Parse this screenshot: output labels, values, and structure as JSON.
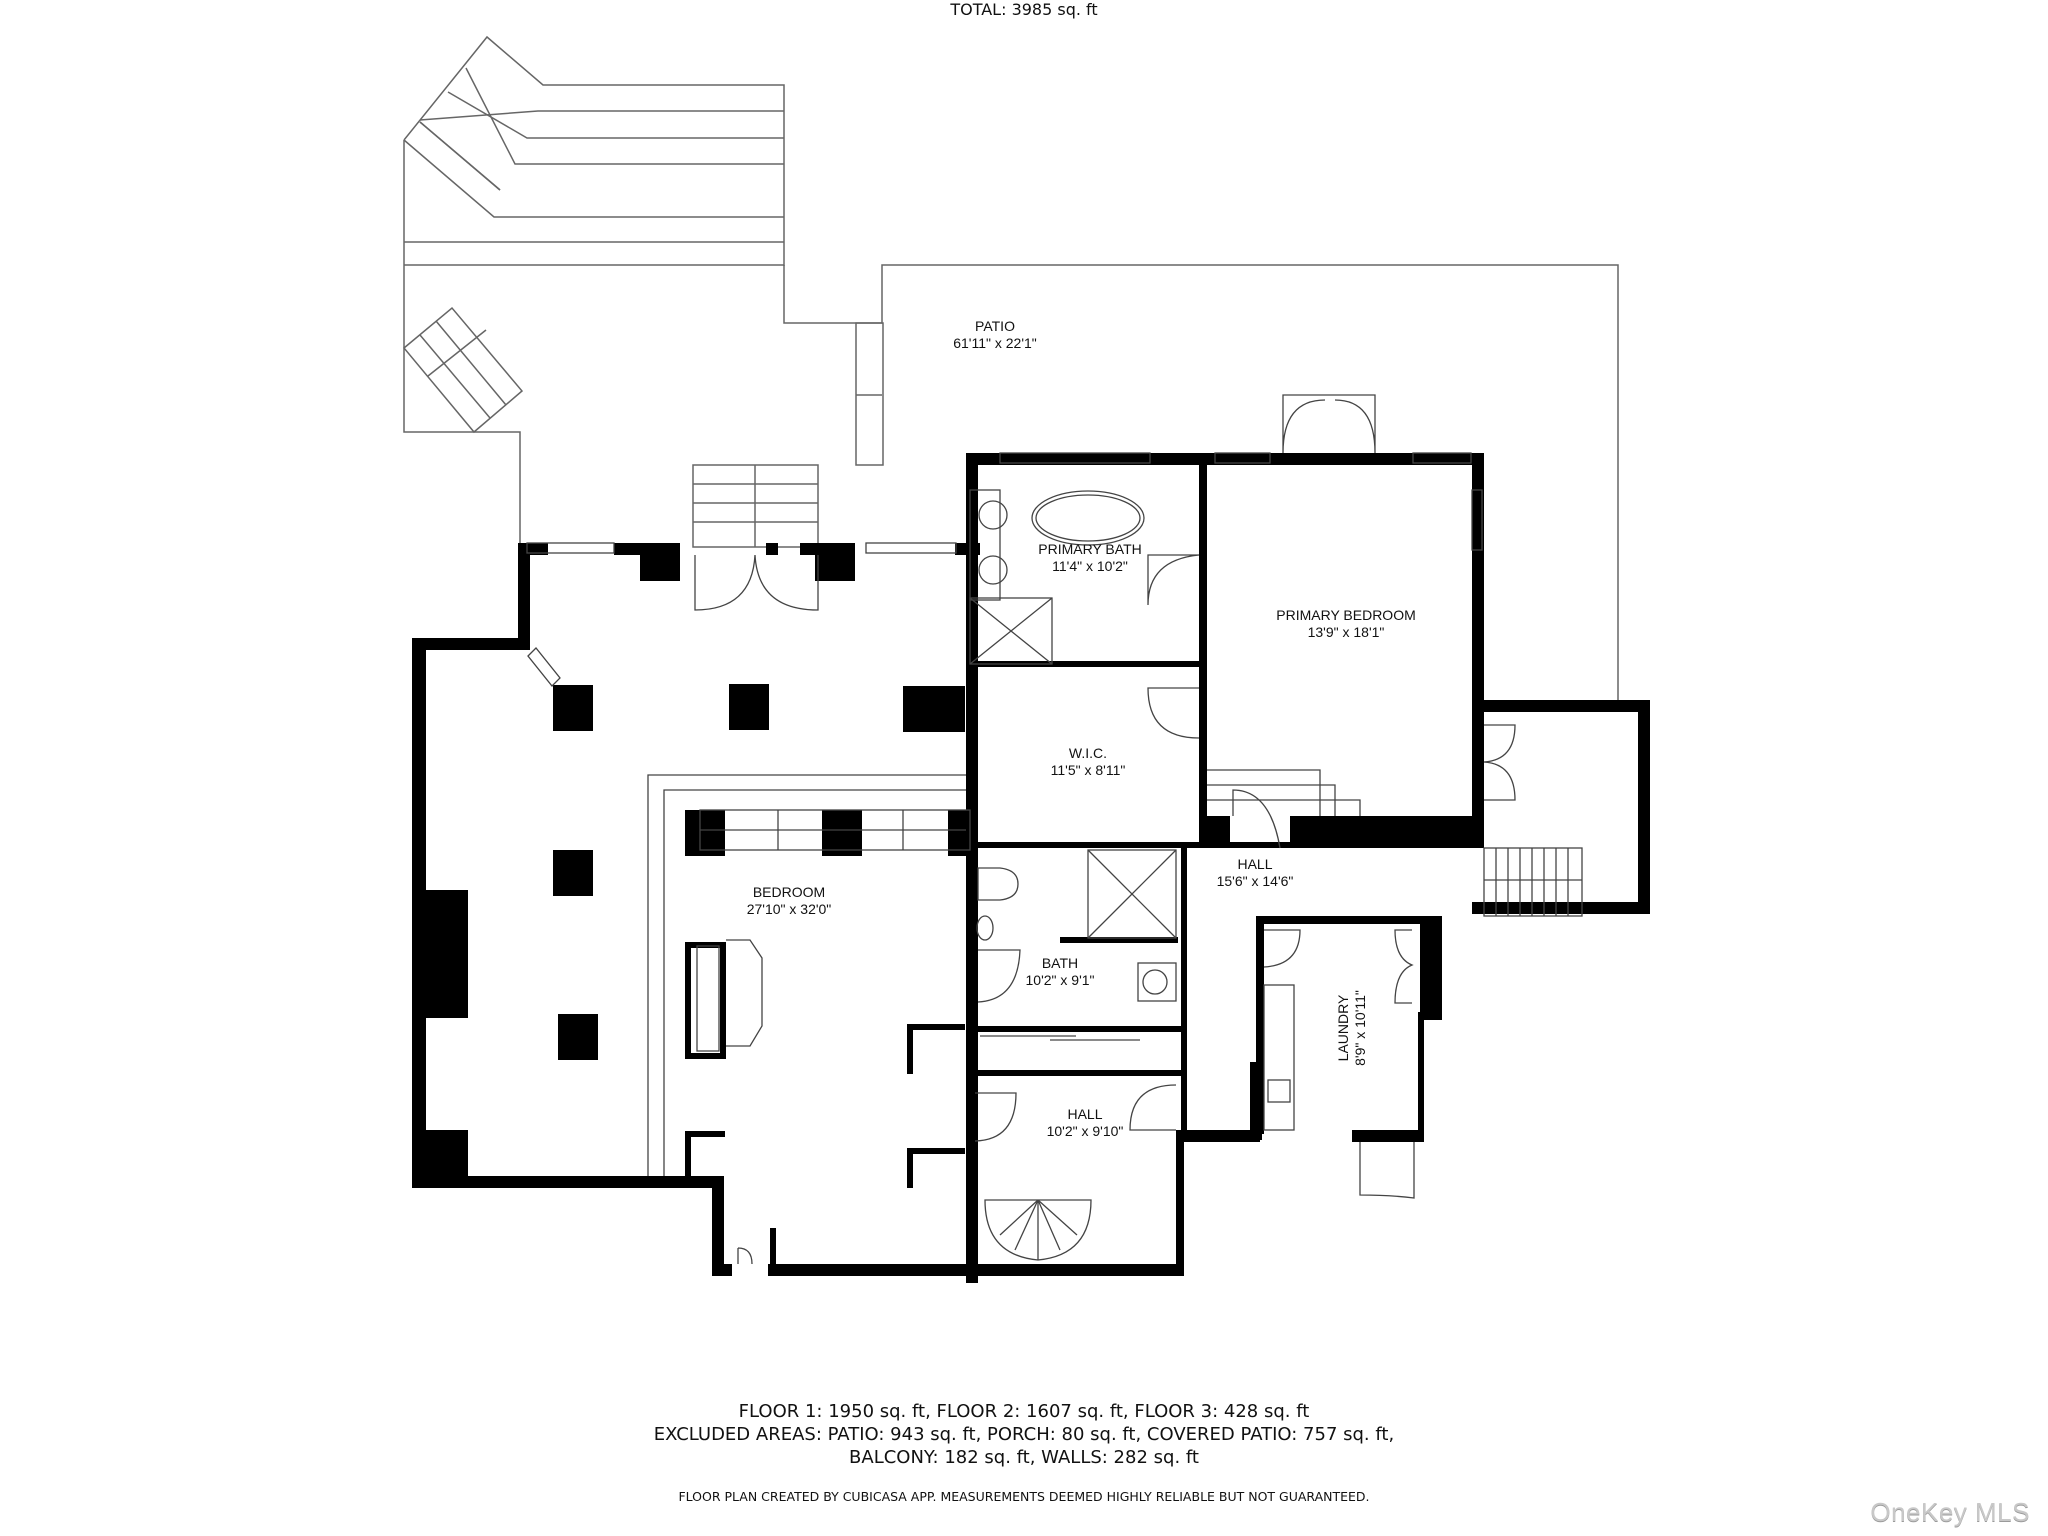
{
  "rooms": [
    {
      "name": "PATIO",
      "dims": "61'11\" x 22'1\""
    },
    {
      "name": "PRIMARY BATH",
      "dims": "11'4\" x 10'2\""
    },
    {
      "name": "PRIMARY BEDROOM",
      "dims": "13'9\" x 18'1\""
    },
    {
      "name": "W.I.C.",
      "dims": "11'5\" x 8'11\""
    },
    {
      "name": "HALL",
      "dims": "15'6\" x 14'6\""
    },
    {
      "name": "BEDROOM",
      "dims": "27'10\" x 32'0\""
    },
    {
      "name": "BATH",
      "dims": "10'2\" x 9'1\""
    },
    {
      "name": "LAUNDRY",
      "dims": "8'9\" x 10'11\""
    },
    {
      "name": "HALL",
      "dims": "10'2\" x 9'10\""
    }
  ],
  "summary": {
    "total": "TOTAL: 3985 sq. ft",
    "floors": "FLOOR 1: 1950 sq. ft, FLOOR 2: 1607 sq. ft, FLOOR 3: 428 sq. ft",
    "excluded_line1": "EXCLUDED AREAS: PATIO: 943 sq. ft, PORCH: 80 sq. ft, COVERED PATIO: 757 sq. ft,",
    "excluded_line2": "BALCONY: 182 sq. ft, WALLS: 282 sq. ft"
  },
  "disclaimer": "FLOOR PLAN CREATED BY CUBICASA APP. MEASUREMENTS DEEMED HIGHLY RELIABLE BUT NOT GUARANTEED.",
  "watermark": "OneKey MLS",
  "colors": {
    "wall": "#000000",
    "line": "#555555",
    "background": "#ffffff",
    "watermark": "#c8c8c8"
  }
}
